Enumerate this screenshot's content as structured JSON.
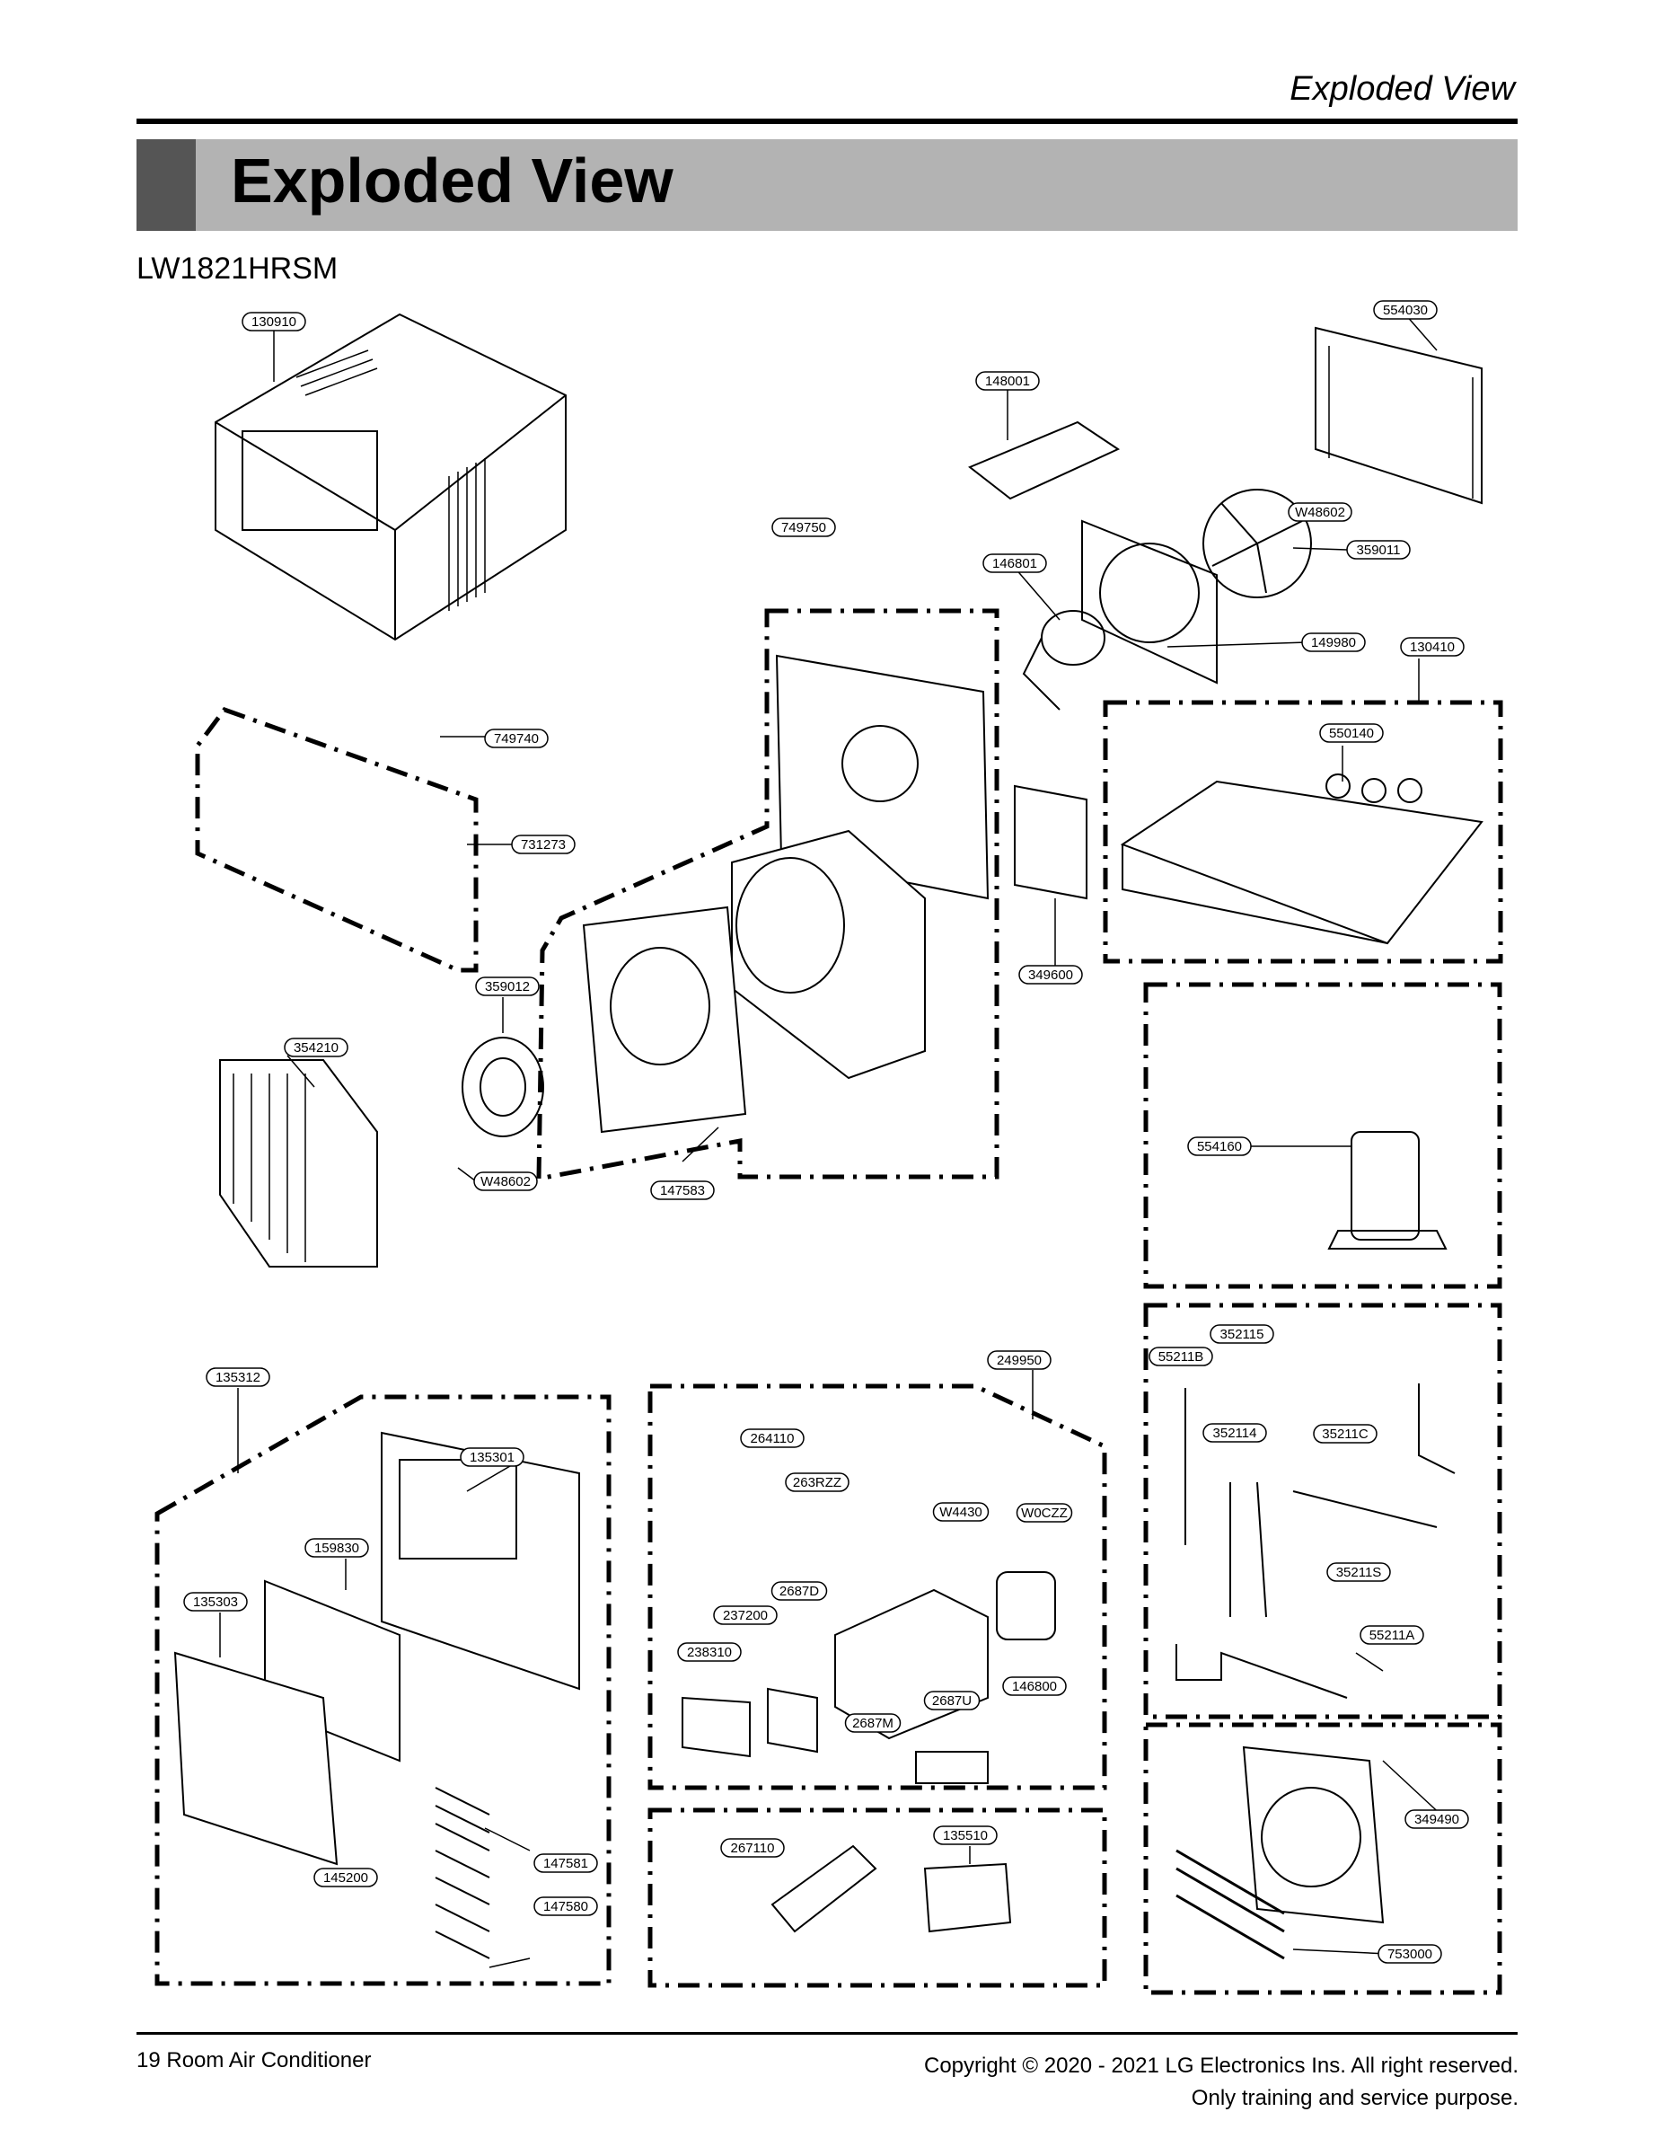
{
  "header": {
    "section_title": "Exploded View",
    "banner_title": "Exploded View",
    "model": "LW1821HRSM"
  },
  "parts": [
    {
      "code": "130910"
    },
    {
      "code": "554030"
    },
    {
      "code": "148001"
    },
    {
      "code": "W48602"
    },
    {
      "code": "359011"
    },
    {
      "code": "749750"
    },
    {
      "code": "146801"
    },
    {
      "code": "149980"
    },
    {
      "code": "130410"
    },
    {
      "code": "749740"
    },
    {
      "code": "550140"
    },
    {
      "code": "731273"
    },
    {
      "code": "349600"
    },
    {
      "code": "359012"
    },
    {
      "code": "354210"
    },
    {
      "code": "554160"
    },
    {
      "code": "W48602"
    },
    {
      "code": "147583"
    },
    {
      "code": "352115"
    },
    {
      "code": "135312"
    },
    {
      "code": "249950"
    },
    {
      "code": "55211B"
    },
    {
      "code": "264110"
    },
    {
      "code": "135301"
    },
    {
      "code": "352114"
    },
    {
      "code": "35211C"
    },
    {
      "code": "263RZZ"
    },
    {
      "code": "W4430"
    },
    {
      "code": "W0CZZ"
    },
    {
      "code": "159830"
    },
    {
      "code": "35211S"
    },
    {
      "code": "135303"
    },
    {
      "code": "2687D"
    },
    {
      "code": "237200"
    },
    {
      "code": "55211A"
    },
    {
      "code": "238310"
    },
    {
      "code": "146800"
    },
    {
      "code": "2687U"
    },
    {
      "code": "2687M"
    },
    {
      "code": "349490"
    },
    {
      "code": "135510"
    },
    {
      "code": "147581"
    },
    {
      "code": "145200"
    },
    {
      "code": "267110"
    },
    {
      "code": "147580"
    },
    {
      "code": "753000"
    }
  ],
  "footer": {
    "page": "19  Room Air Conditioner",
    "copyright": "Copyright © 2020 - 2021 LG Electronics Ins. All right reserved.",
    "purpose": "Only training and service purpose."
  }
}
